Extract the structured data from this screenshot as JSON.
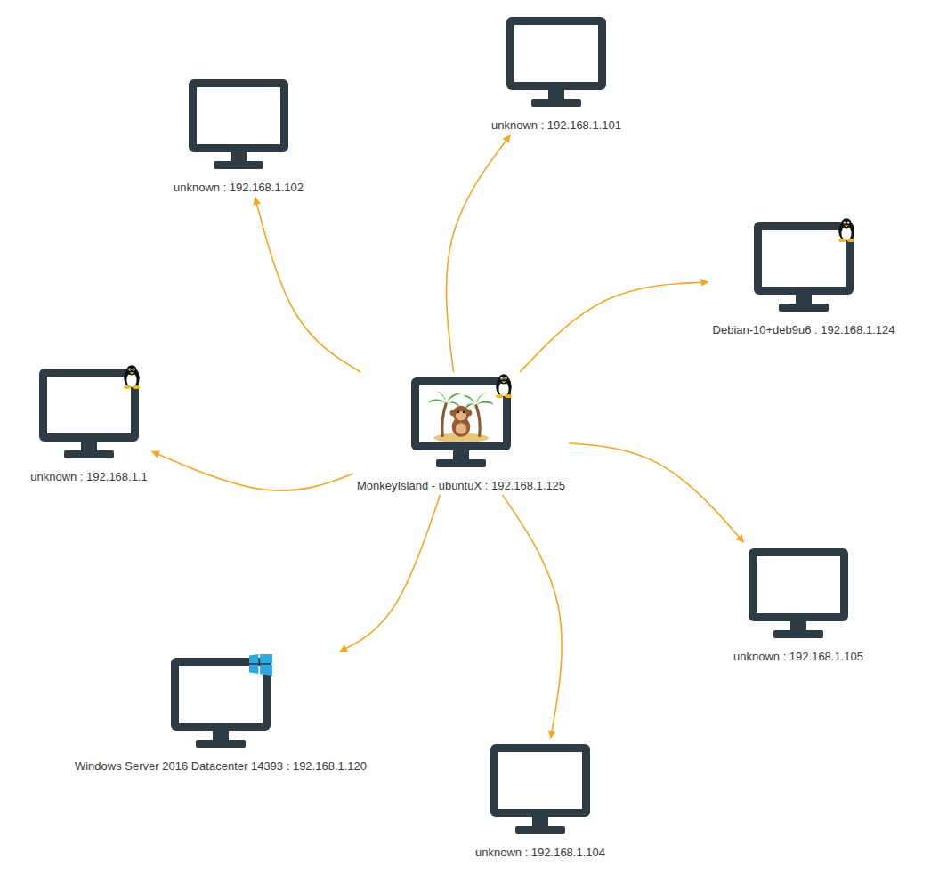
{
  "diagram": {
    "nodes": [
      {
        "text": [
          "unknown : 192.168.1.101"
        ]
      },
      {
        "text": [
          "unknown : 192.168.1.102"
        ]
      },
      {
        "text": [
          "Debian-10+deb9u6 : 192.168.1.124"
        ]
      },
      {
        "text": [
          "unknown : 192.168.1.1"
        ]
      },
      {
        "text": [
          "MonkeyIsland - ubuntuX : 192.168.1.125"
        ]
      },
      {
        "text": [
          "unknown : 192.168.1.105"
        ]
      },
      {
        "text": [
          "Windows Server 2016 Datacenter 14393 : 192.168.1.120"
        ]
      },
      {
        "text": [
          "unknown : 192.168.1.104"
        ]
      }
    ],
    "edges": [
      {
        "from": 4,
        "to": 0,
        "arrow": "to"
      },
      {
        "from": 4,
        "to": 2,
        "arrow": "to"
      },
      {
        "from": 4,
        "to": 5,
        "arrow": "to"
      },
      {
        "from": 4,
        "to": 7,
        "arrow": "to"
      },
      {
        "from": 4,
        "to": 6,
        "arrow": "to"
      },
      {
        "from": 4,
        "to": 3,
        "arrow": "to"
      },
      {
        "from": 4,
        "to": 1,
        "arrow": "to"
      }
    ]
  }
}
